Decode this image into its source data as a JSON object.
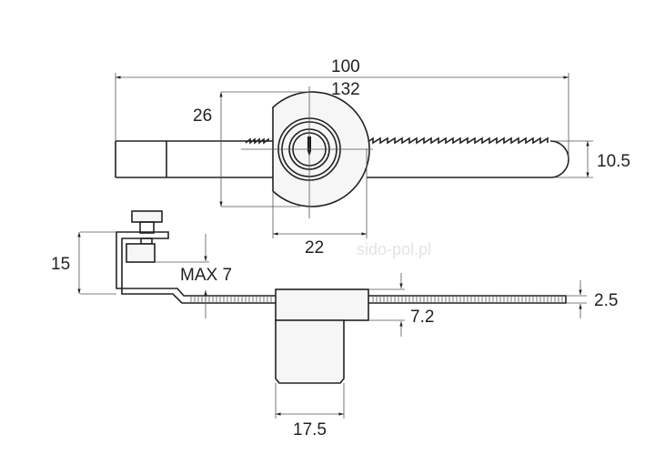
{
  "title": "Ratchet showcase lock dimension drawing",
  "watermark": "sido-pol.pl",
  "dimensions": {
    "overall_length": "100",
    "rack_length": "132",
    "lock_height": "26",
    "bar_height": "10.5",
    "lock_width": "22",
    "bracket_height": "15",
    "max_glass": "MAX 7",
    "lock_depth": "7.2",
    "bar_thickness": "2.5",
    "cylinder_width": "17.5"
  }
}
